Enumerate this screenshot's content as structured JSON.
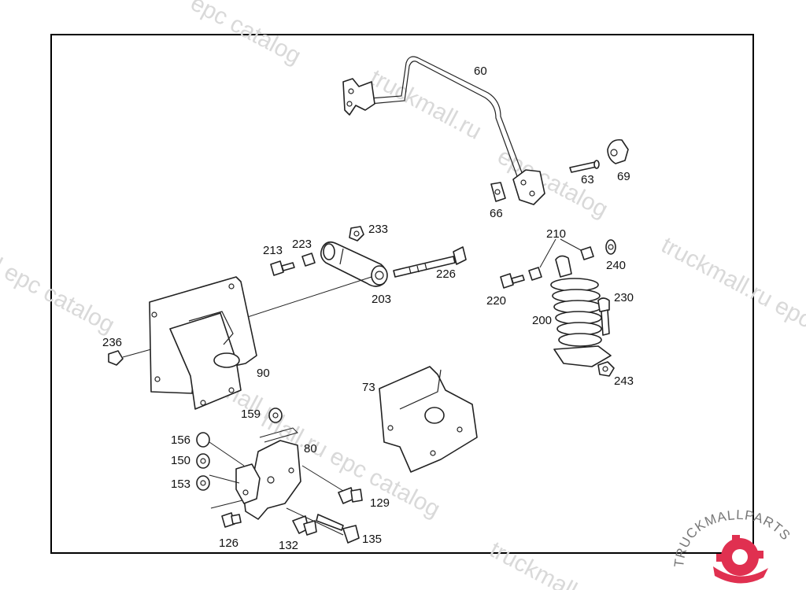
{
  "diagram": {
    "callouts": [
      "60",
      "63",
      "69",
      "66",
      "233",
      "213",
      "223",
      "226",
      "203",
      "210",
      "240",
      "220",
      "230",
      "200",
      "243",
      "236",
      "90",
      "73",
      "159",
      "80",
      "156",
      "150",
      "153",
      "129",
      "126",
      "132",
      "135"
    ]
  },
  "watermark": {
    "text_1": "epc catalog",
    "text_2": "truckmall.ru",
    "text_3": "epc catalog",
    "text_4": "truckmall.ru epc",
    "text_5": "l epc catalog",
    "text_6": "truckmall.ru",
    "text_7": "mall.ru epc catalog",
    "text_8": "truckmall",
    "text_9": "tr"
  },
  "logo": {
    "text": "TRUCKMALLPARTS",
    "accent_color": "#e03050"
  }
}
